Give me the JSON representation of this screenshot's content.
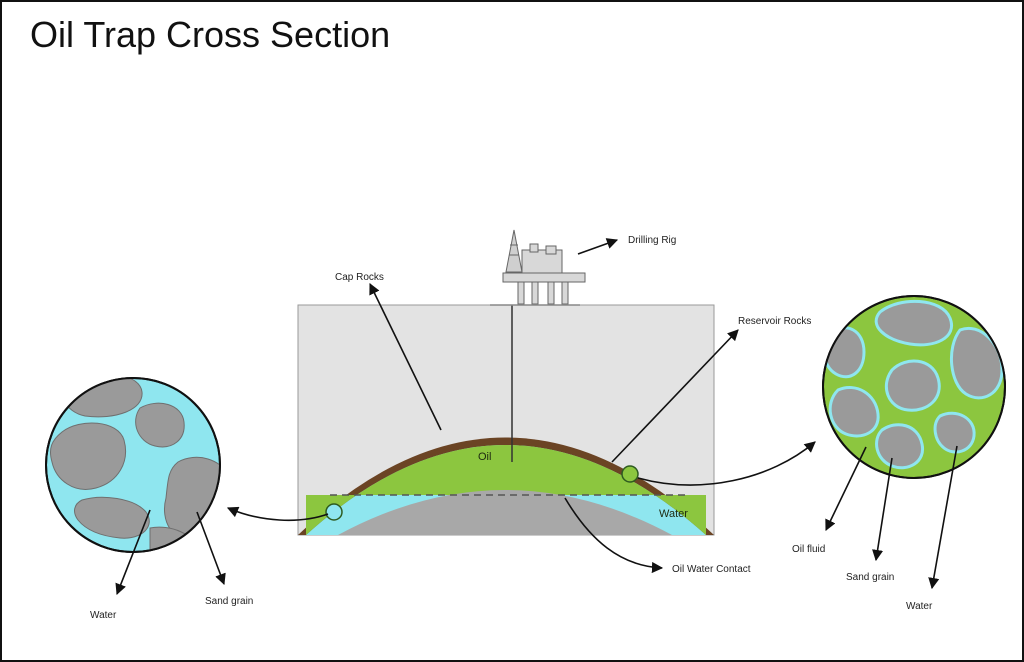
{
  "title": "Oil Trap Cross Section",
  "labels": {
    "drilling_rig": "Drilling Rig",
    "cap_rocks": "Cap Rocks",
    "reservoir_rocks": "Reservoir Rocks",
    "oil": "Oil",
    "water_layer": "Water",
    "oil_water_contact": "Oil Water Contact",
    "left_water": "Water",
    "left_sand_grain": "Sand grain",
    "right_oil_fluid": "Oil fluid",
    "right_sand_grain": "Sand grain",
    "right_water": "Water"
  },
  "colors": {
    "ground": "#e3e3e3",
    "cap_rock": "#6b4424",
    "oil": "#8cc63f",
    "water": "#8fe6ef",
    "grain": "#9a9a9a",
    "rock_core": "#a8a8a8"
  }
}
